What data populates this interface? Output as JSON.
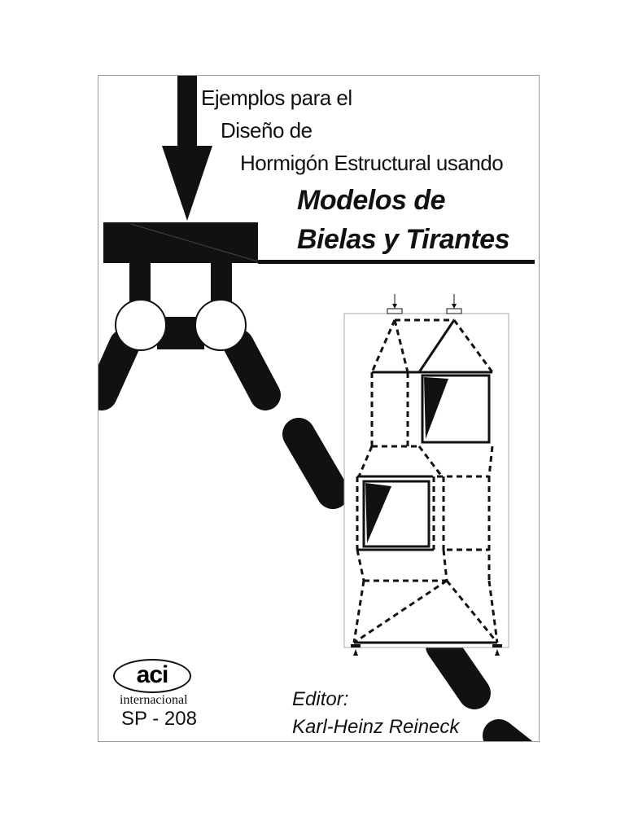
{
  "cover": {
    "subtitle_lines": [
      "Ejemplos para el",
      "Diseño de",
      "Hormigón Estructural usando"
    ],
    "title_lines": [
      "Modelos de",
      "Bielas y Tirantes"
    ],
    "editor_label": "Editor:",
    "editor_name": "Karl-Heinz Reineck",
    "publisher_logo_text": "aci",
    "publisher_sub": "internacional",
    "publication_code": "SP - 208"
  },
  "colors": {
    "ink": "#111111",
    "frame": "#9a9a9a",
    "paper": "#ffffff"
  }
}
